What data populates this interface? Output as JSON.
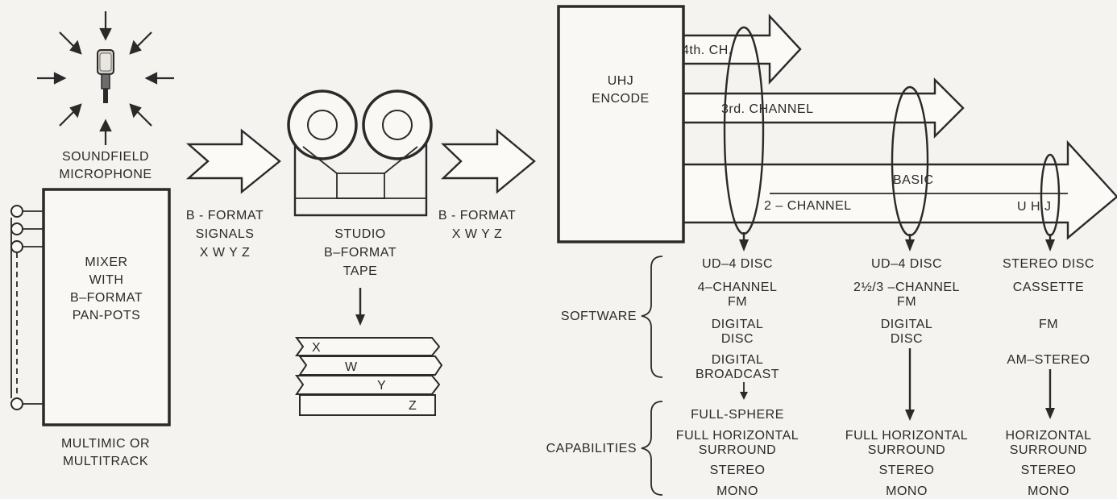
{
  "microphone": {
    "label_line1": "SOUNDFIELD",
    "label_line2": "MICROPHONE"
  },
  "mixer": {
    "lines": [
      "MIXER",
      "WITH",
      "B–FORMAT",
      "PAN-POTS"
    ],
    "caption_line1": "MULTIMIC OR",
    "caption_line2": "MULTITRACK"
  },
  "signals_arrow": {
    "line1": "B - FORMAT",
    "line2": "SIGNALS",
    "line3": "X W Y Z"
  },
  "tape": {
    "line1": "STUDIO",
    "line2": "B–FORMAT",
    "line3": "TAPE",
    "tracks": [
      "X",
      "W",
      "Y",
      "Z"
    ]
  },
  "bformat_arrow": {
    "line1": "B - FORMAT",
    "line2": "X W Y Z"
  },
  "encoder": {
    "line1": "UHJ",
    "line2": "ENCODE"
  },
  "channels": {
    "fourth": "4th. CH.",
    "third": "3rd. CHANNEL",
    "basic": "BASIC",
    "two_channel": "2 – CHANNEL",
    "uhj": "U H J"
  },
  "row_labels": {
    "software": "SOFTWARE",
    "capabilities": "CAPABILITIES"
  },
  "columns": [
    {
      "software": [
        "UD–4 DISC",
        "4–CHANNEL",
        "FM",
        "DIGITAL",
        "DISC",
        "DIGITAL",
        "BROADCAST"
      ],
      "capabilities": [
        "FULL-SPHERE",
        "FULL HORIZONTAL",
        "SURROUND",
        "STEREO",
        "MONO"
      ]
    },
    {
      "software": [
        "UD–4 DISC",
        "2½/3 –CHANNEL",
        "FM",
        "DIGITAL",
        "DISC"
      ],
      "capabilities": [
        "FULL HORIZONTAL",
        "SURROUND",
        "STEREO",
        "MONO"
      ]
    },
    {
      "software": [
        "STEREO DISC",
        "CASSETTE",
        "FM",
        "AM–STEREO"
      ],
      "capabilities": [
        "HORIZONTAL",
        "SURROUND",
        "STEREO",
        "MONO"
      ]
    }
  ]
}
